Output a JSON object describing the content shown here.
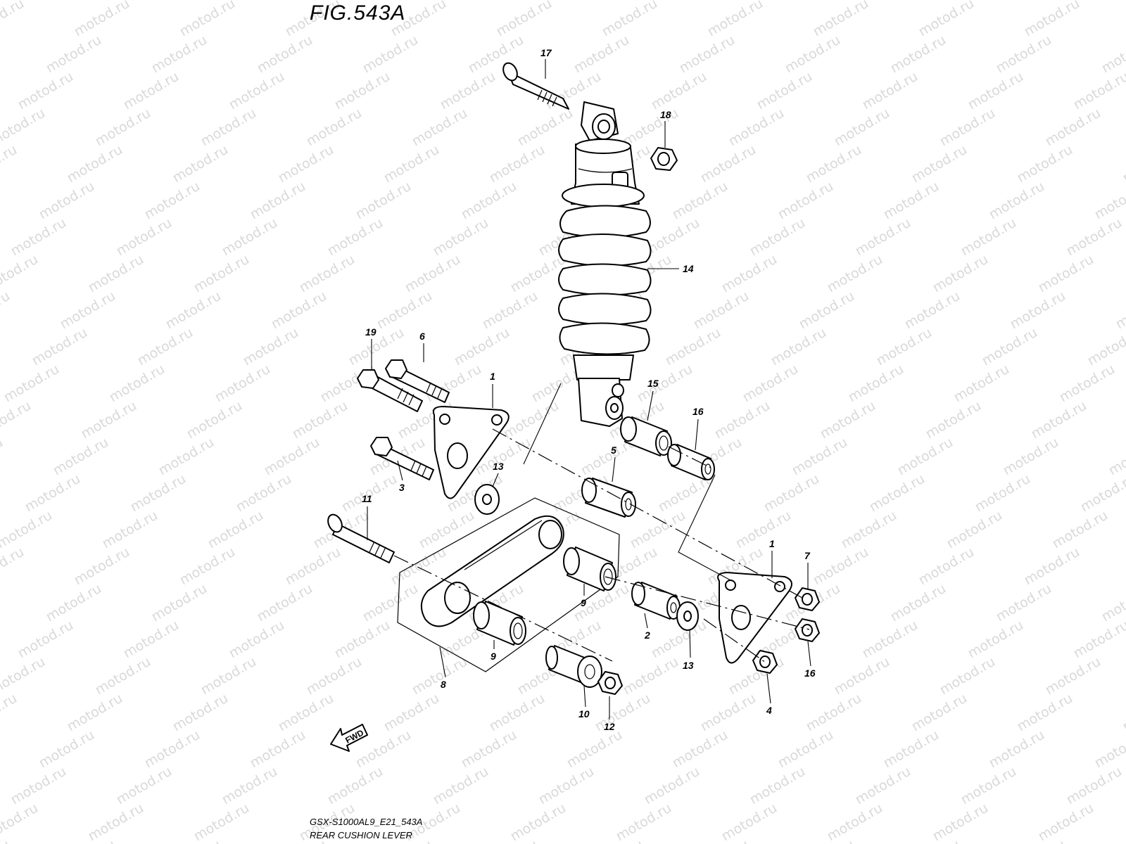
{
  "figure": {
    "title": "FIG.543A",
    "model_code": "GSX-S1000AL9_E21_543A",
    "assembly_name": "REAR CUSHION LEVER"
  },
  "watermark": {
    "text": "motod.ru"
  },
  "direction_marker": {
    "label": "FWD"
  },
  "callouts": [
    "17",
    "18",
    "14",
    "19",
    "6",
    "1",
    "15",
    "16",
    "5",
    "13",
    "3",
    "11",
    "9",
    "7",
    "2",
    "13",
    "16",
    "9",
    "8",
    "10",
    "12",
    "4",
    "1"
  ]
}
